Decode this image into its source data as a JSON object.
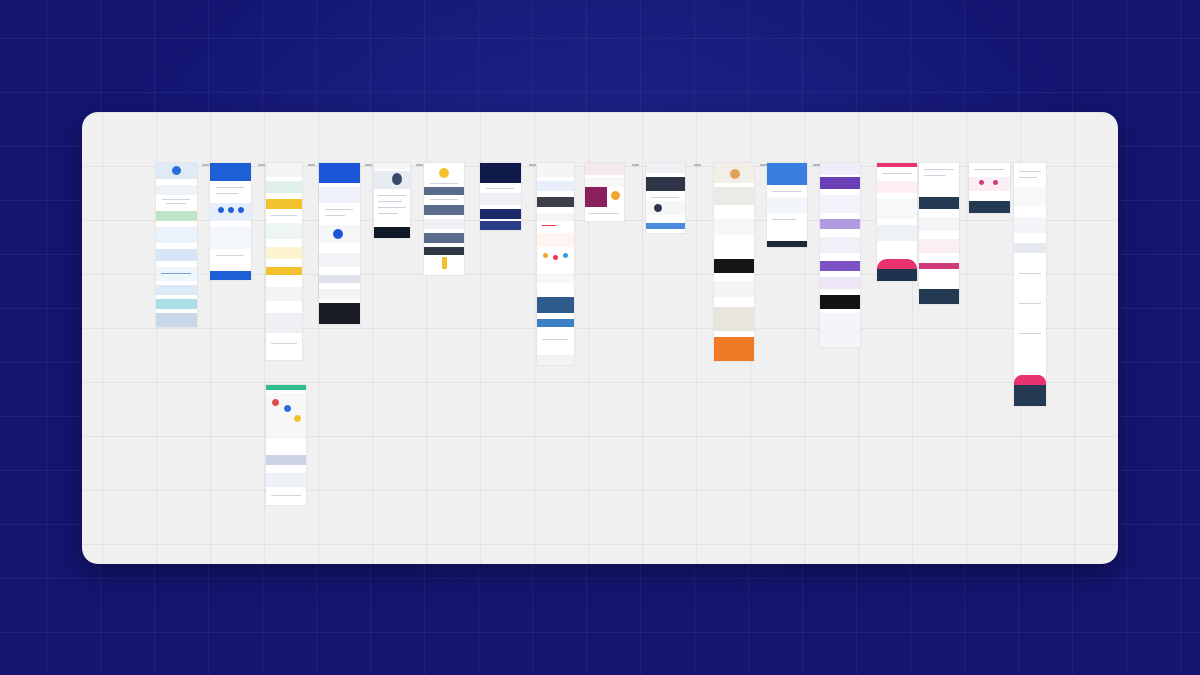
{
  "canvas": {
    "name": "landing-page-moodboard",
    "background_color": "#131571",
    "board_color": "#f0f0f0"
  },
  "frames": [
    {
      "theme": "light-blue",
      "accent": "#2d6bd8",
      "tint": "#dfeaf7"
    },
    {
      "theme": "blue-hero",
      "accent": "#1f5fd6",
      "tint": "#e6eefc"
    },
    {
      "theme": "yellow-accent",
      "accent": "#f2c12e",
      "tint": "#f3f4f6"
    },
    {
      "theme": "blue-app",
      "accent": "#1c55d8",
      "tint": "#eef2f8"
    },
    {
      "theme": "dark-footer",
      "accent": "#111827",
      "tint": "#f4f4f4"
    },
    {
      "theme": "slate-yellow",
      "accent": "#5a6b8c",
      "tint": "#f2c12e"
    },
    {
      "theme": "navy",
      "accent": "#101a4a",
      "tint": "#eef0f5"
    },
    {
      "theme": "colorful-ecommerce",
      "accent": "#e8334a",
      "tint": "#f5f5f5"
    },
    {
      "theme": "magenta",
      "accent": "#8b1f5c",
      "tint": "#f3e9ef"
    },
    {
      "theme": "dark-slate",
      "accent": "#2d3445",
      "tint": "#eef0f3"
    },
    {
      "theme": "orange-product",
      "accent": "#f07a25",
      "tint": "#f2efe9"
    },
    {
      "theme": "blue-saas",
      "accent": "#3a7ee0",
      "tint": "#f2f5fa"
    },
    {
      "theme": "purple",
      "accent": "#6b3fb5",
      "tint": "#f1ecf9"
    },
    {
      "theme": "pink-navy",
      "accent": "#e8336e",
      "tint": "#1f3350"
    },
    {
      "theme": "pink-dark",
      "accent": "#d13a78",
      "tint": "#243a52"
    },
    {
      "theme": "pink-navy-long",
      "accent": "#e8336e",
      "tint": "#243a52"
    }
  ]
}
